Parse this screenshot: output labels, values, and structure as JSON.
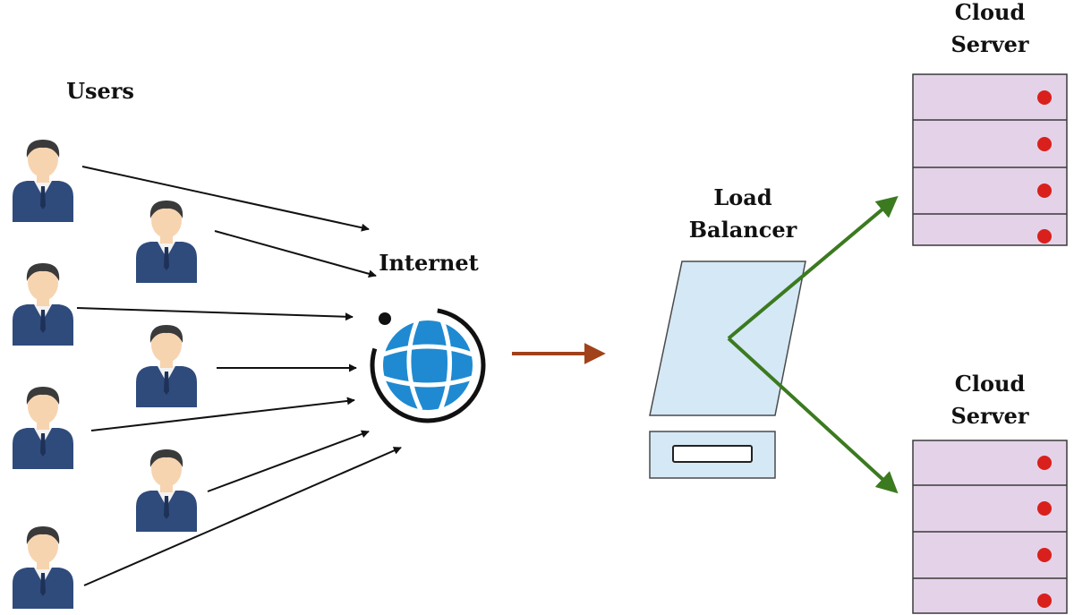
{
  "labels": {
    "users": "Users",
    "internet": "Internet",
    "load_balancer_line1": "Load",
    "load_balancer_line2": "Balancer",
    "cloud_server_top_line1": "Cloud",
    "cloud_server_top_line2": "Server",
    "cloud_server_bottom_line1": "Cloud",
    "cloud_server_bottom_line2": "Server"
  },
  "icons": {
    "user": "user-icon",
    "globe": "globe-icon",
    "load_balancer": "load-balancer-icon",
    "server": "server-rack-icon",
    "led": "status-led-icon"
  },
  "colors": {
    "user_arrows": "#111111",
    "internet_to_balancer_arrow": "#a0421a",
    "balancer_to_server_arrows": "#3b7a1f",
    "server_fill": "#e4d3e8",
    "server_led": "#d9201c",
    "balancer_fill": "#d5e8f6",
    "globe_blue": "#1f8ad1",
    "user_suit": "#2f4b7c",
    "user_skin": "#f7d4b0",
    "user_hair": "#3a3a3a"
  },
  "servers": {
    "top_units": 4,
    "bottom_units": 4
  }
}
